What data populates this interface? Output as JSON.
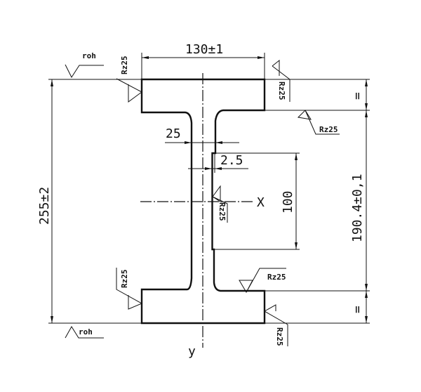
{
  "drawing": {
    "dim_flange_width": "130±1",
    "dim_height": "255±2",
    "dim_inner_height": "190.4±0,1",
    "dim_web_thickness": "25",
    "dim_offset": "2.5",
    "dim_length": "100",
    "axis_x": "X",
    "axis_y": "y",
    "roughness": "Rz25",
    "raw_surface": "roh",
    "equal_mark": "="
  }
}
